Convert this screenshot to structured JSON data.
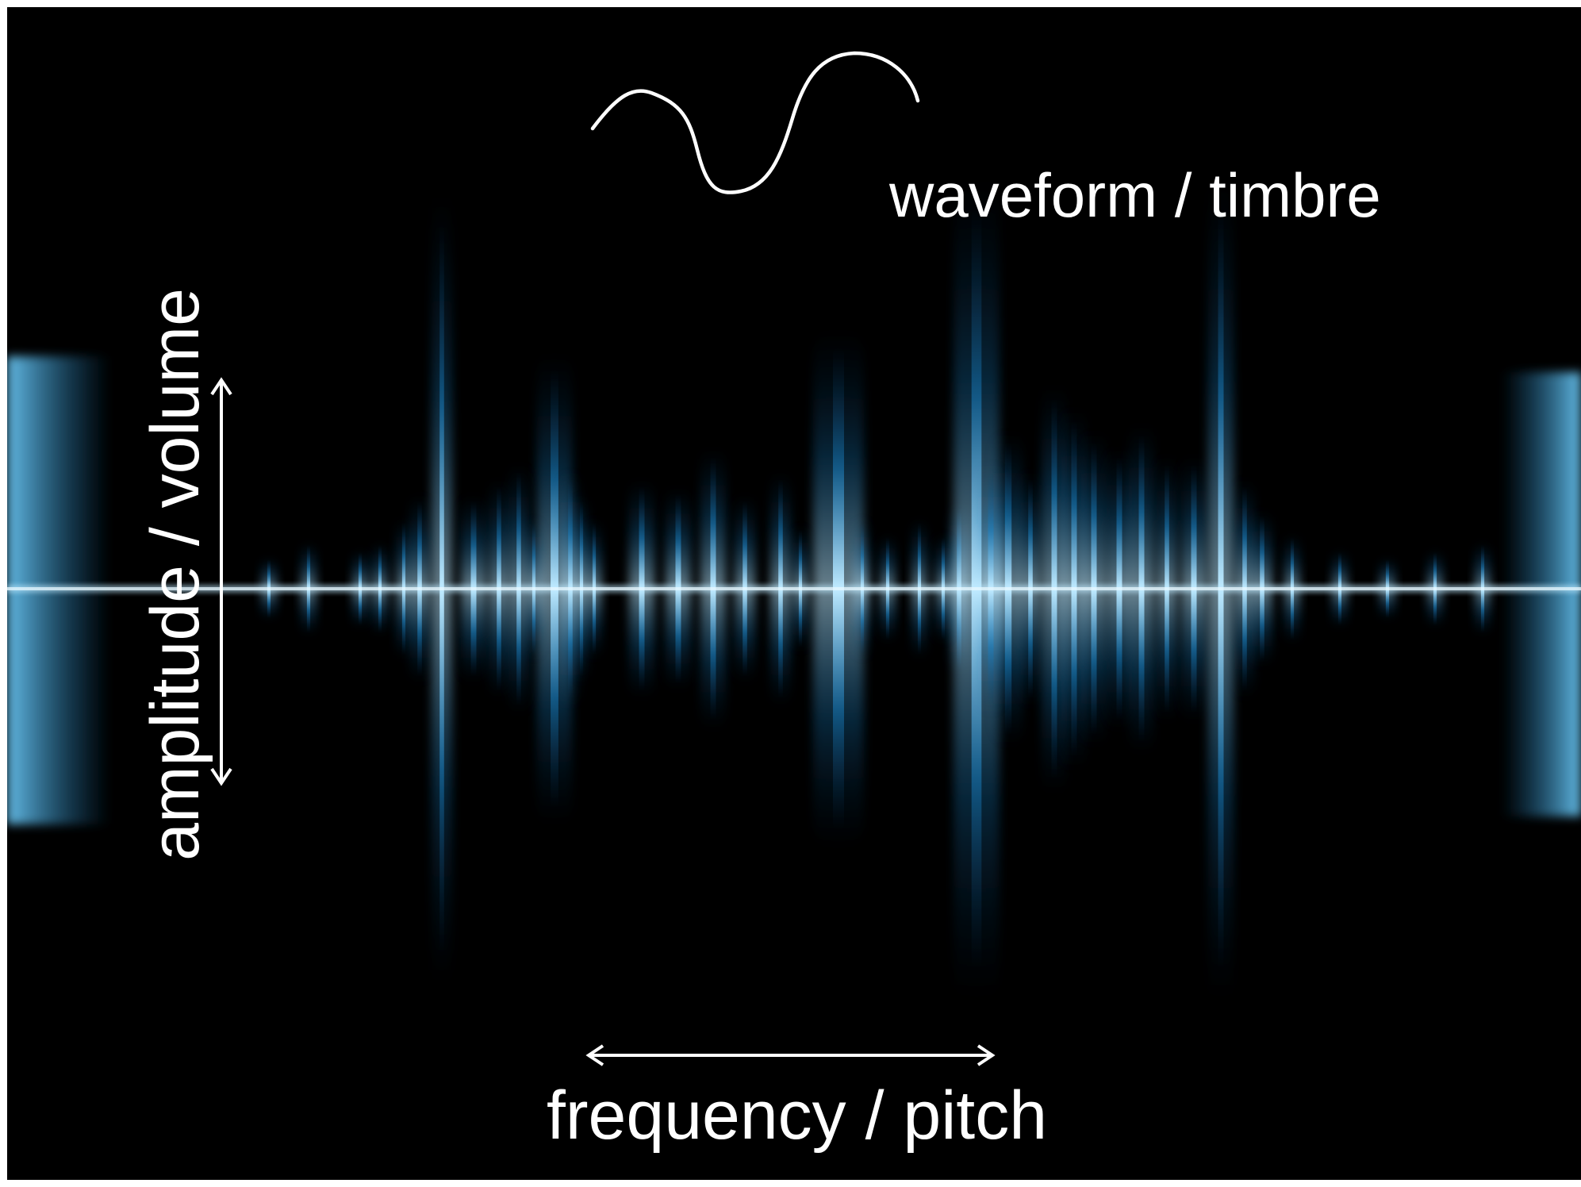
{
  "labels": {
    "waveform": "waveform / timbre",
    "amplitude": "amplitude / volume",
    "frequency": "frequency / pitch"
  },
  "colors": {
    "background": "#000000",
    "glow_core": "#e8f8ff",
    "glow_mid": "#6fd0ff",
    "glow_outer": "#1a7fc0",
    "annotation": "#ffffff"
  },
  "icons": {
    "sine": "sine-wave-icon",
    "vertical_arrow": "double-arrow-vertical-icon",
    "horizontal_arrow": "double-arrow-horizontal-icon"
  }
}
